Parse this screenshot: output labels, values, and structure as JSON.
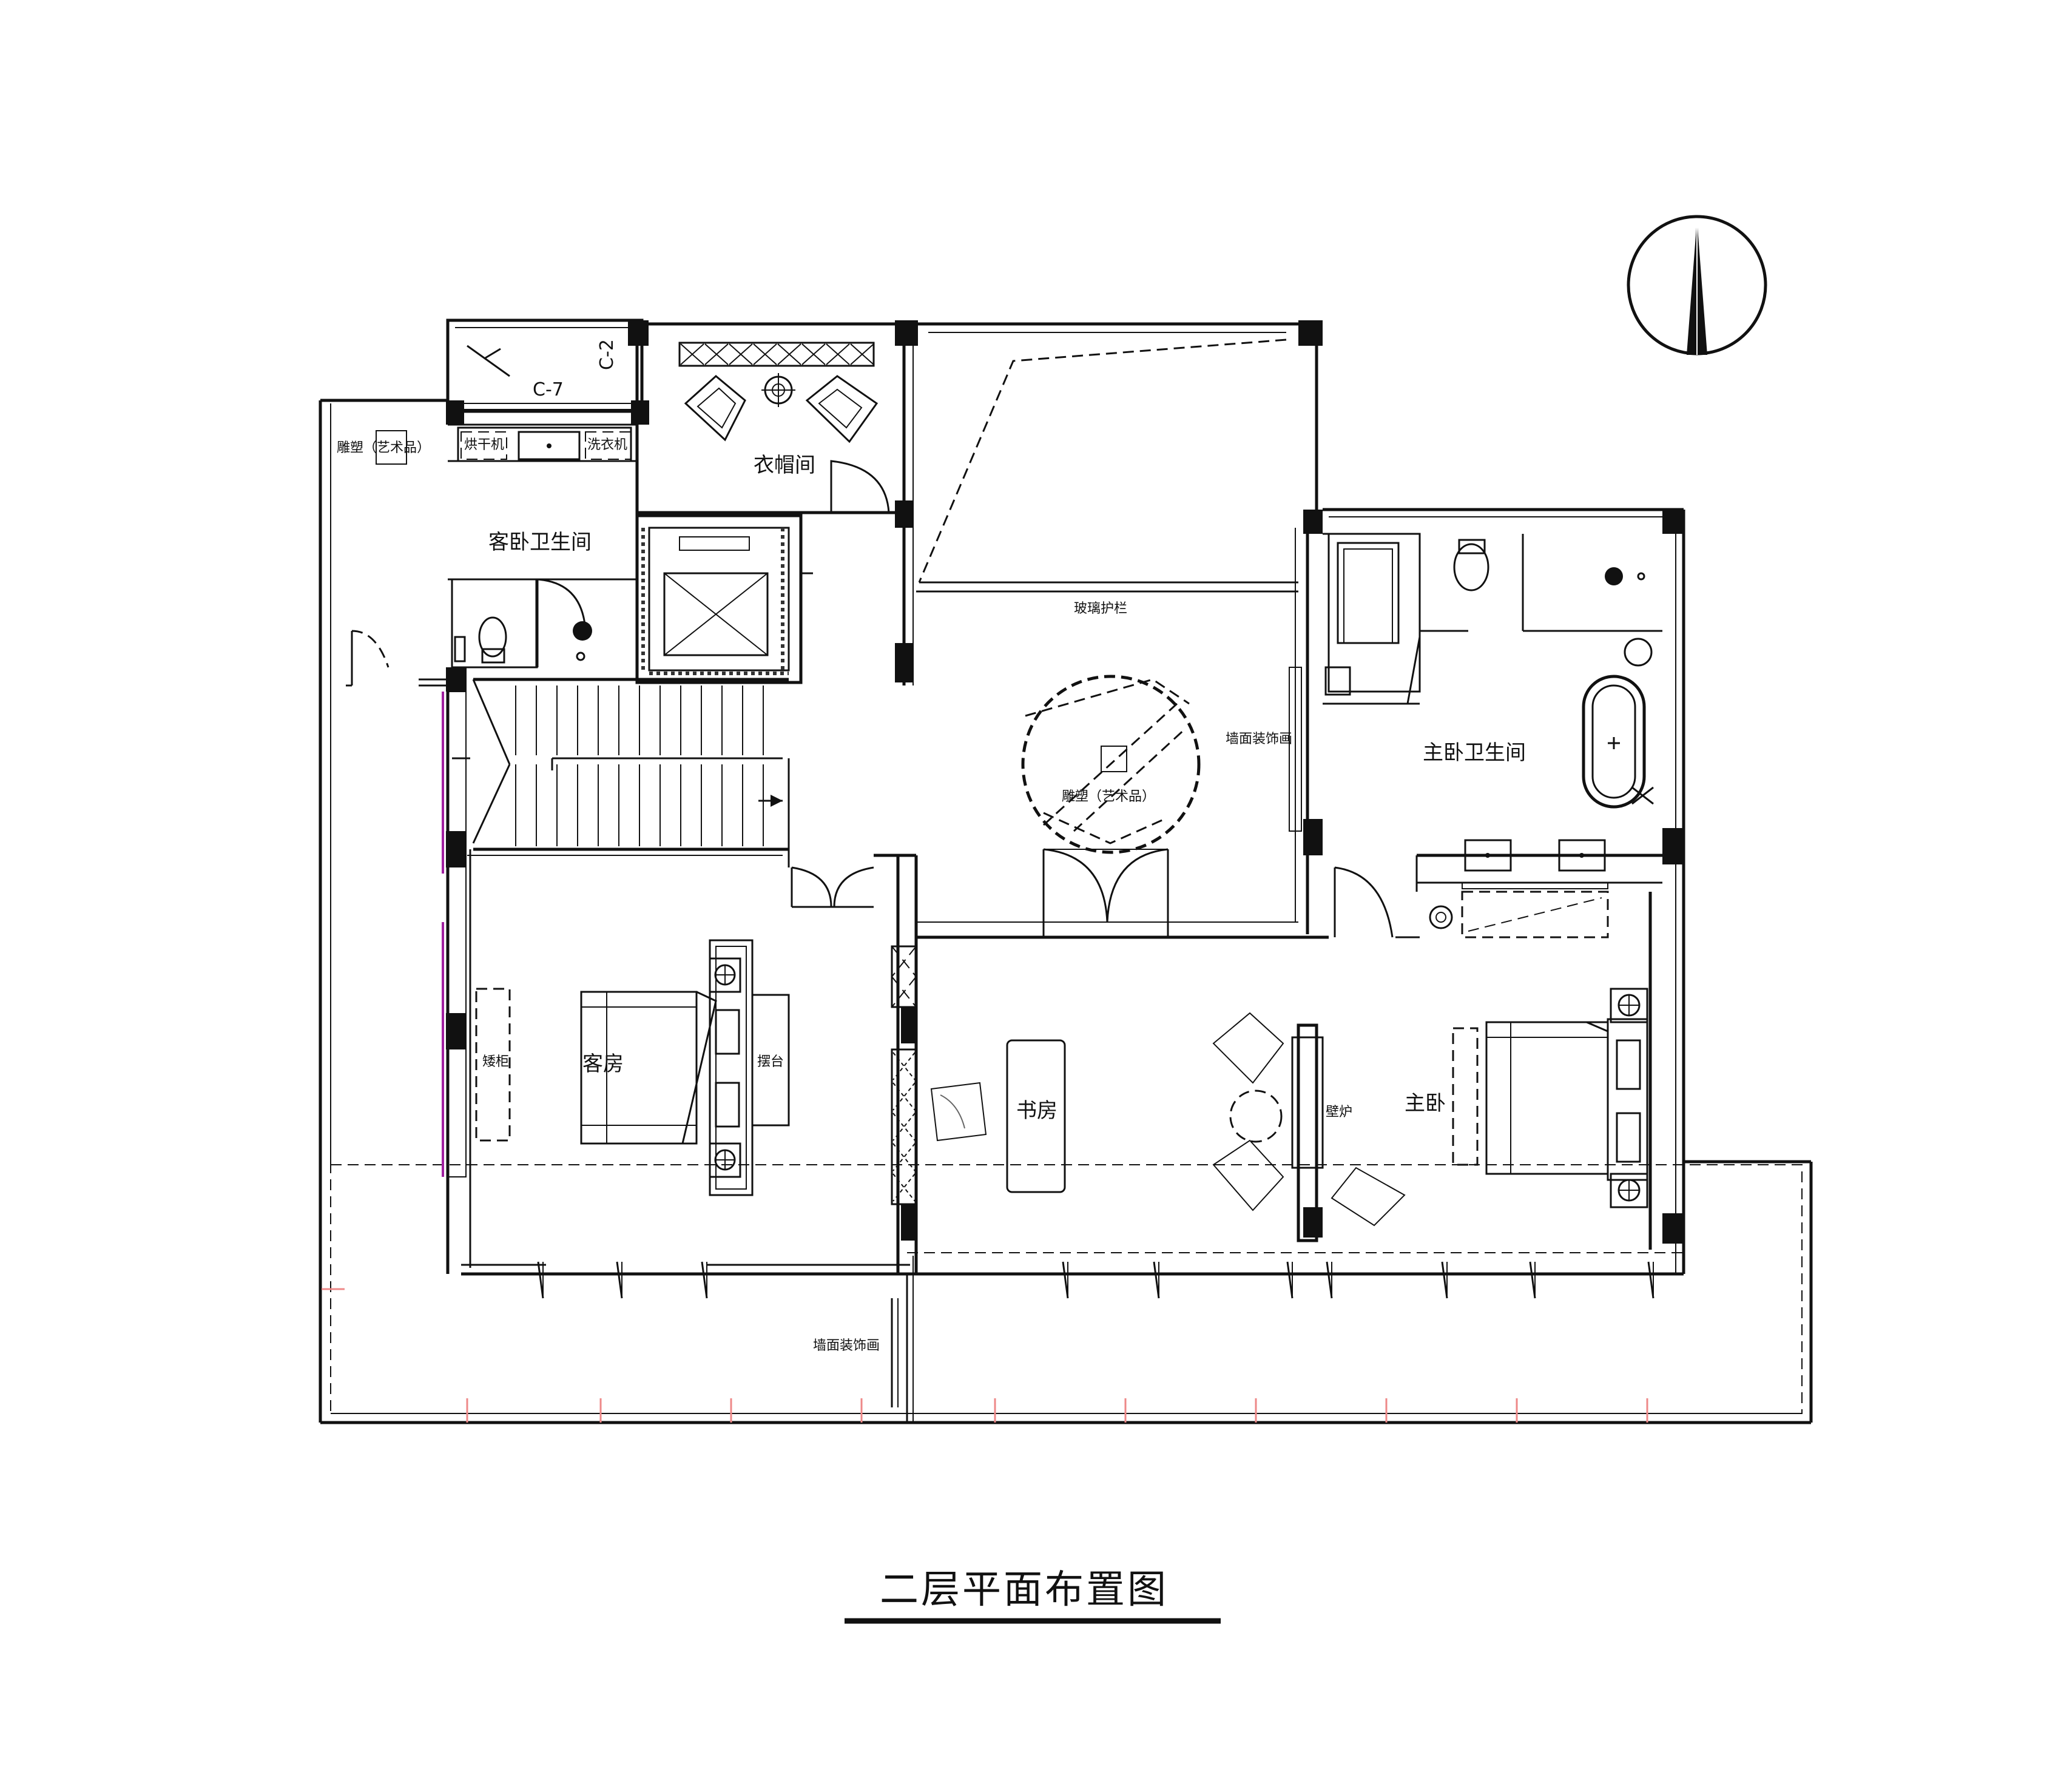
{
  "drawing": {
    "title": "二层平面布置图"
  },
  "rooms": {
    "cloakroom": "衣帽间",
    "guest_bath": "客卧卫生间",
    "guest_room": "客房",
    "study": "书房",
    "master_bath": "主卧卫生间",
    "master_bedroom": "主卧"
  },
  "labels": {
    "sculpture_left": "雕塑（艺术品）",
    "dryer": "烘干机",
    "washer": "洗衣机",
    "glass_railing": "玻璃护栏",
    "wall_painting_right": "墙面装饰画",
    "sculpture_center": "雕塑（艺术品）",
    "dresser": "矮柜",
    "side_table": "摆台",
    "fireplace": "壁炉",
    "wall_painting_bottom": "墙面装饰画",
    "window_c7": "C-7",
    "window_c2": "C-2"
  }
}
